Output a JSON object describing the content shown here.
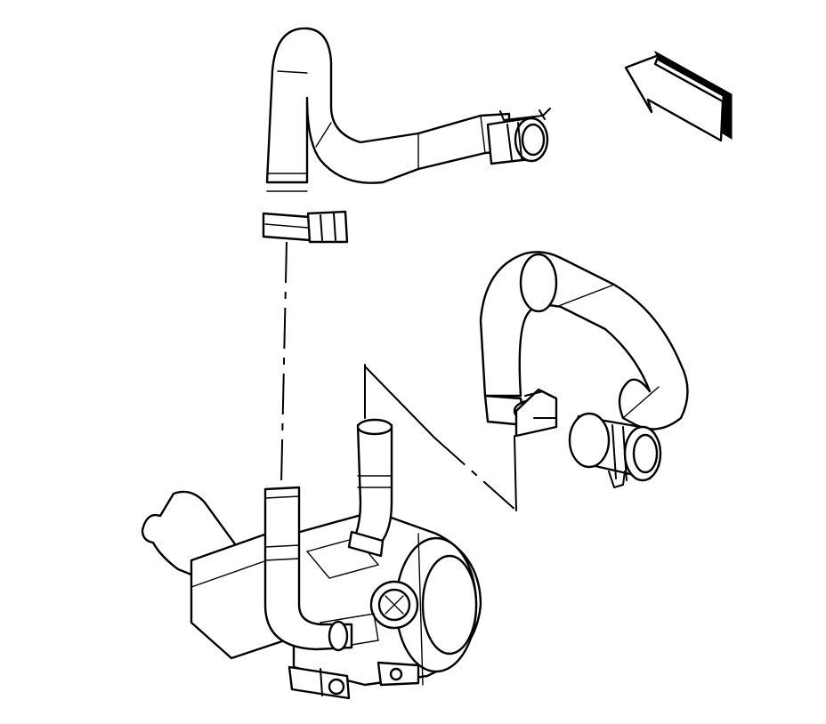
{
  "diagram": {
    "colors": {
      "line": "#000000",
      "background": "#ffffff"
    },
    "icons": [
      "direction-arrow-icon"
    ],
    "parts": [
      "upper-hose",
      "upper-hose-clamp-top",
      "upper-hose-clamp-bottom",
      "lower-hose",
      "lower-hose-clamp-upper",
      "lower-hose-clamp-end",
      "valve-assembly",
      "valve-inlet-pipe",
      "valve-outlet-pipe",
      "valve-mounting-bracket"
    ]
  }
}
